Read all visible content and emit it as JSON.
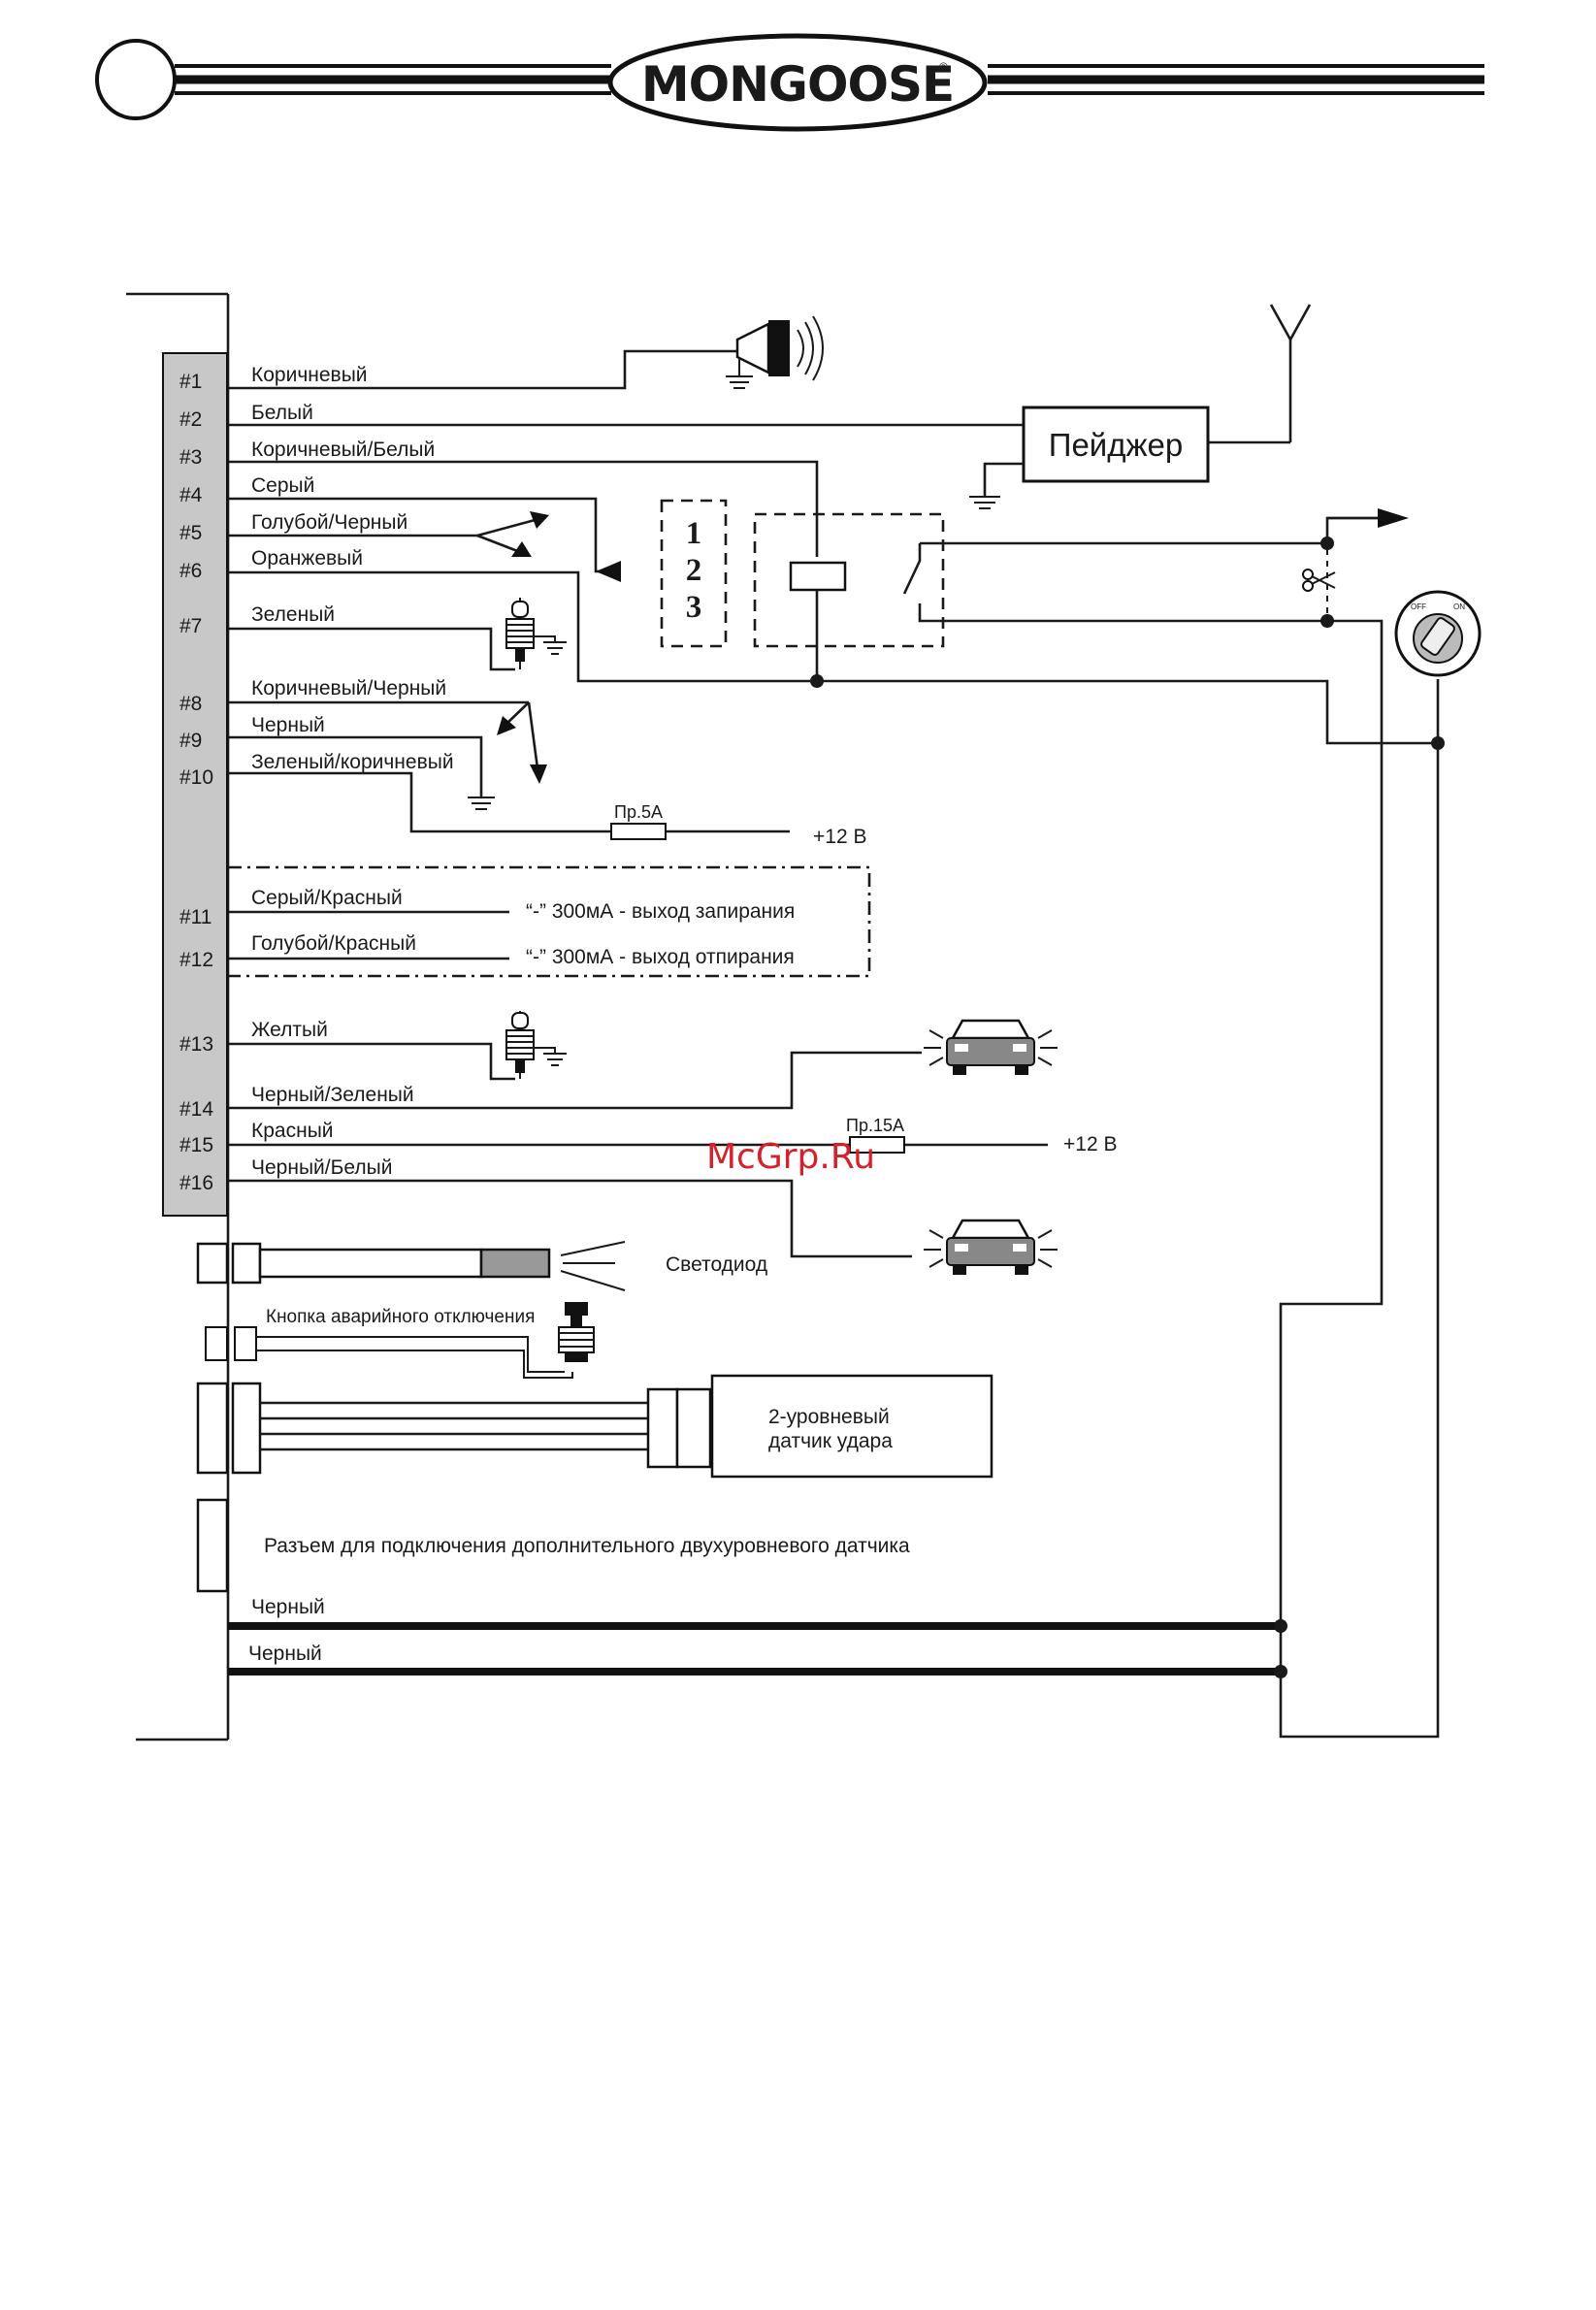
{
  "header": {
    "brand": "MONGOOSE",
    "registered_mark": "®"
  },
  "connector_pins": [
    {
      "pin": "#1",
      "wire": "Коричневый"
    },
    {
      "pin": "#2",
      "wire": "Белый"
    },
    {
      "pin": "#3",
      "wire": "Коричневый/Белый"
    },
    {
      "pin": "#4",
      "wire": "Серый"
    },
    {
      "pin": "#5",
      "wire": "Голубой/Черный"
    },
    {
      "pin": "#6",
      "wire": "Оранжевый"
    },
    {
      "pin": "#7",
      "wire": "Зеленый"
    },
    {
      "pin": "#8",
      "wire": "Коричневый/Черный"
    },
    {
      "pin": "#9",
      "wire": "Черный"
    },
    {
      "pin": "#10",
      "wire": "Зеленый/коричневый"
    },
    {
      "pin": "#11",
      "wire": "Серый/Красный"
    },
    {
      "pin": "#12",
      "wire": "Голубой/Красный"
    },
    {
      "pin": "#13",
      "wire": "Желтый"
    },
    {
      "pin": "#14",
      "wire": "Черный/Зеленый"
    },
    {
      "pin": "#15",
      "wire": "Красный"
    },
    {
      "pin": "#16",
      "wire": "Черный/Белый"
    }
  ],
  "components": {
    "pager": "Пейджер",
    "relay_numbers": [
      "1",
      "2",
      "3"
    ],
    "fuse_5a": "Пр.5А",
    "fuse_15a": "Пр.15А",
    "supply_12v": "+12 В",
    "output_lock": "“-” 300мА - выход запирания",
    "output_unlock": "“-” 300мА - выход отпирания",
    "led": "Светодиод",
    "emergency_button": "Кнопка аварийного отключения",
    "shock_sensor": [
      "2-уровневый",
      "датчик удара"
    ],
    "extra_sensor_connector": "Разъем для подключения дополнительного двухуровневого датчика",
    "ground_wire_1": "Черный",
    "ground_wire_2": "Черный",
    "ignition_off": "OFF",
    "ignition_on": "ON"
  },
  "watermark": "McGrp.Ru",
  "colors": {
    "line": "#1a1a1a",
    "connector_fill": "#c8c8c8",
    "watermark": "#d6202a"
  }
}
